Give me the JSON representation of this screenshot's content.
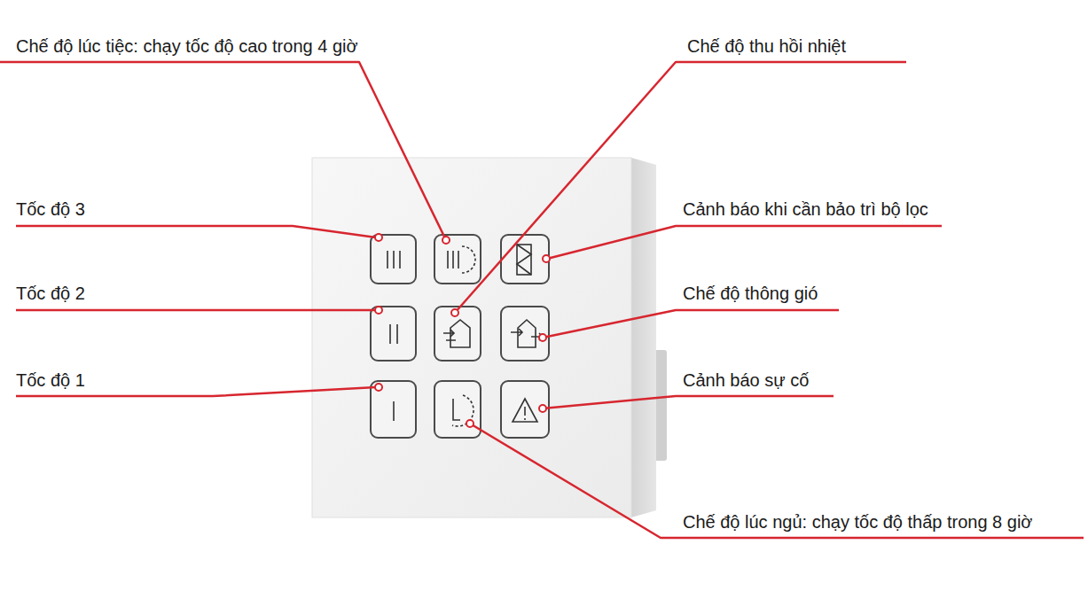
{
  "diagram": {
    "labels": [
      "Chế độ lúc tiệc: chạy tốc độ cao trong 4 giờ",
      "Chế độ thu hồi nhiệt",
      "Tốc độ 3",
      "Cảnh báo khi cần bảo trì bộ lọc",
      "Tốc độ 2",
      "Chế độ thông gió",
      "Tốc độ 1",
      "Cảnh báo sự cố",
      "Chế độ lúc ngủ: chạy tốc độ thấp trong 8 giờ"
    ]
  }
}
